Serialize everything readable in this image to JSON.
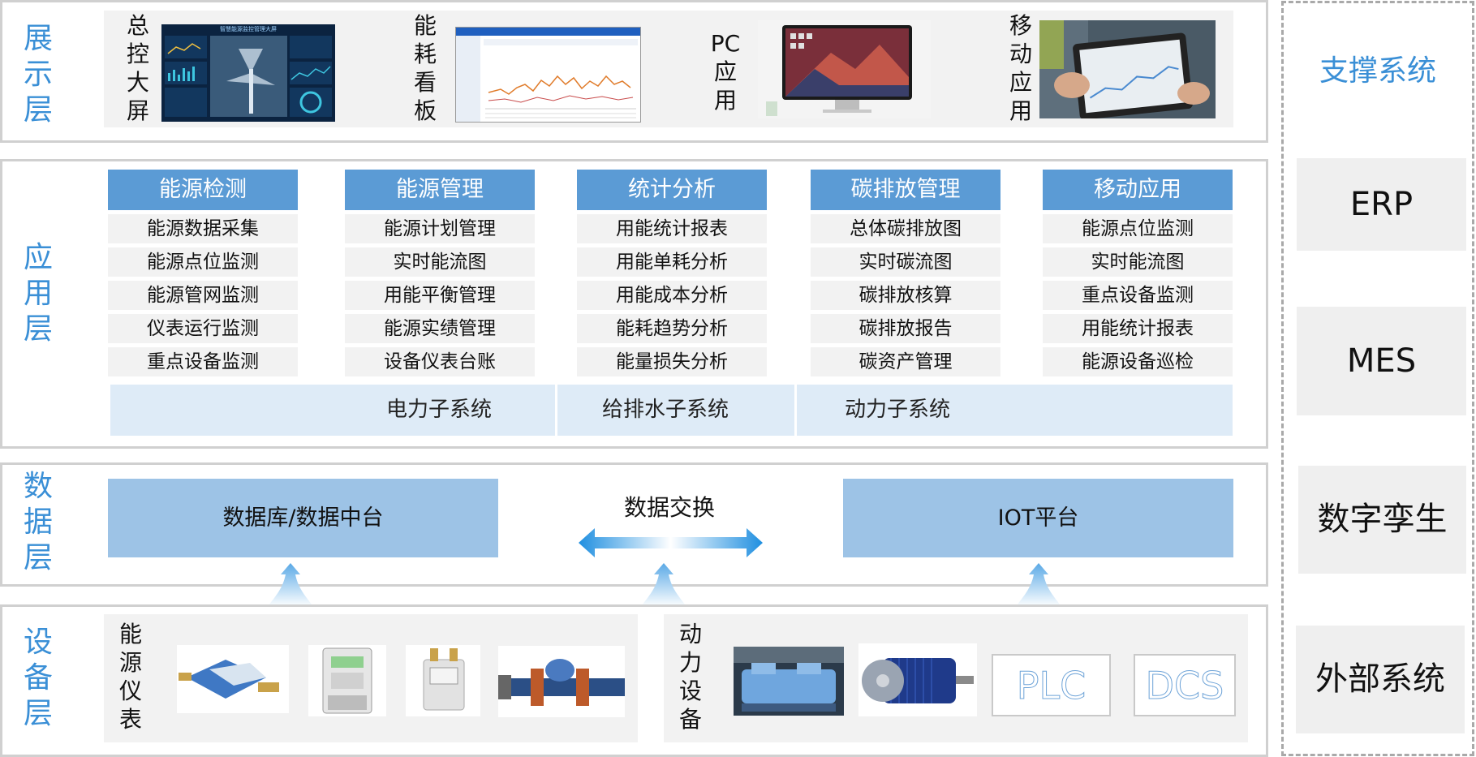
{
  "layers": {
    "display": "展示层",
    "application": "应用层",
    "data": "数据层",
    "device": "设备层"
  },
  "display_items": [
    {
      "label": "总控大屏",
      "image_title": "智慧能源监控管理大屏"
    },
    {
      "label": "能耗看板"
    },
    {
      "label_lines": [
        "PC",
        "应",
        "用"
      ]
    },
    {
      "label": "移动应用"
    }
  ],
  "modules": [
    {
      "title": "能源检测",
      "items": [
        "能源数据采集",
        "能源点位监测",
        "能源管网监测",
        "仪表运行监测",
        "重点设备监测"
      ]
    },
    {
      "title": "能源管理",
      "items": [
        "能源计划管理",
        "实时能流图",
        "用能平衡管理",
        "能源实绩管理",
        "设备仪表台账"
      ]
    },
    {
      "title": "统计分析",
      "items": [
        "用能统计报表",
        "用能单耗分析",
        "用能成本分析",
        "能耗趋势分析",
        "能量损失分析"
      ]
    },
    {
      "title": "碳排放管理",
      "items": [
        "总体碳排放图",
        "实时碳流图",
        "碳排放核算",
        "碳排放报告",
        "碳资产管理"
      ]
    },
    {
      "title": "移动应用",
      "items": [
        "能源点位监测",
        "实时能流图",
        "重点设备监测",
        "用能统计报表",
        "能源设备巡检"
      ]
    }
  ],
  "subsystems": [
    "电力子系统",
    "给排水子系统",
    "动力子系统"
  ],
  "data_layer": {
    "left": "数据库/数据中台",
    "middle": "数据交换",
    "right": "IOT平台"
  },
  "device_groups": [
    {
      "label": "能源仪表"
    },
    {
      "label": "动力设备",
      "boxes": [
        "PLC",
        "DCS"
      ]
    }
  ],
  "support": {
    "title": "支撑系统",
    "items": [
      "ERP",
      "MES",
      "数字孪生",
      "外部系统"
    ]
  },
  "colors": {
    "accent": "#3a8fd6",
    "module_header": "#5b9bd5",
    "data_box": "#9dc3e6",
    "subsystem_bg": "#deebf7"
  }
}
